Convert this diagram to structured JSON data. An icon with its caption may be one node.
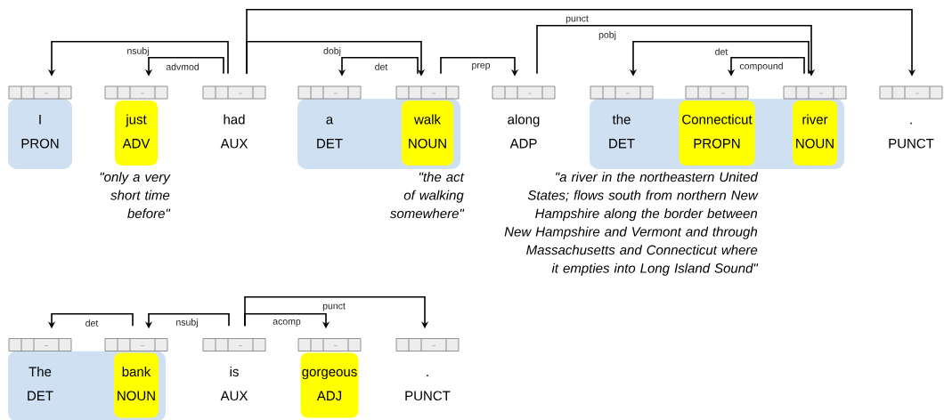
{
  "diagram": {
    "nodes": [
      {
        "text": [],
        "shape": "box"
      },
      {
        "text": [
          "I",
          "PRON"
        ],
        "in": 0
      },
      {
        "text": [
          "just",
          "ADV"
        ],
        "beside": [
          "\"only a very short time before\""
        ]
      },
      {
        "text": [
          "had",
          "AUX"
        ]
      },
      {
        "text": [],
        "shape": "box"
      },
      {
        "text": [
          "a",
          "DET"
        ],
        "in": 4
      },
      {
        "text": [
          "walk",
          "NOUN"
        ],
        "in": 4,
        "beside": [
          "\"the act of walking somewhere\""
        ]
      },
      {
        "text": [
          "along",
          "ADP"
        ]
      },
      {
        "text": [],
        "shape": "box"
      },
      {
        "text": [
          "the",
          "DET"
        ],
        "in": 8
      },
      {
        "text": [
          "Connecticut",
          "PROPN"
        ],
        "in": 8
      },
      {
        "text": [
          "river",
          "NOUN"
        ],
        "in": 8
      },
      {
        "text": [
          ".",
          "PUNCT"
        ]
      },
      {
        "text": [],
        "shape": "box"
      },
      {
        "text": [
          "The",
          "DET"
        ],
        "in": 13
      },
      {
        "text": [
          "bank",
          "NOUN"
        ],
        "in": 13
      },
      {
        "text": [
          "is",
          "AUX"
        ]
      },
      {
        "text": [
          "gorgeous",
          "ADJ"
        ]
      },
      {
        "text": [
          ".",
          "PUNCT"
        ]
      }
    ],
    "edges": [
      {
        "from": 3,
        "to": 1,
        "arrow": "to",
        "label": "nsubj"
      },
      {
        "from": 3,
        "to": 2,
        "arrow": "to",
        "label": "advmod"
      },
      {
        "from": 3,
        "to": 6,
        "arrow": "to",
        "label": "dobj"
      },
      {
        "from": 6,
        "to": 5,
        "arrow": "to",
        "label": "det"
      },
      {
        "from": 6,
        "to": 7,
        "arrow": "to",
        "label": "prep"
      },
      {
        "from": 3,
        "to": 12,
        "arrow": "to",
        "label": "punct"
      },
      {
        "from": 7,
        "to": 11,
        "arrow": "to",
        "label": "pobj"
      },
      {
        "from": 11,
        "to": 9,
        "arrow": "to",
        "label": "det"
      },
      {
        "from": 11,
        "to": 10,
        "arrow": "to",
        "label": "compound"
      },
      {
        "from": 15,
        "to": 14,
        "arrow": "to",
        "label": "det"
      },
      {
        "from": 16,
        "to": 15,
        "arrow": "to",
        "label": "nsubj"
      },
      {
        "from": 16,
        "to": 17,
        "arrow": "to",
        "label": "acomp"
      },
      {
        "from": 16,
        "to": 18,
        "arrow": "to",
        "label": "punct"
      }
    ],
    "labels": [
      "\"a river in the northeastern United States; flows south from northern New Hampshire along the border between New Hampshire and Vermont and through Massachusetts and Connecticut where it empties into Long Island Sound\""
    ]
  }
}
